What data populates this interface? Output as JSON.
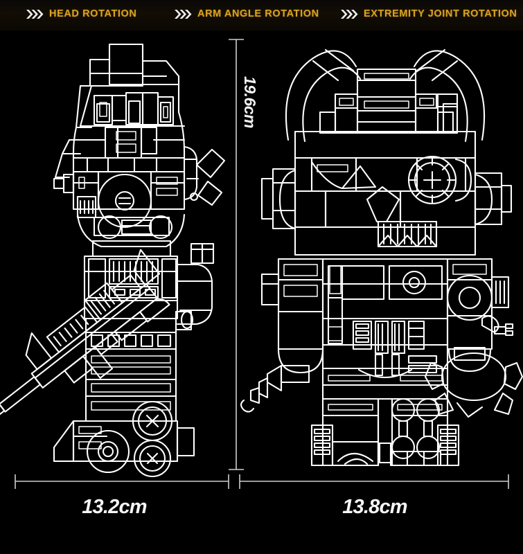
{
  "page": {
    "background_color": "#000000",
    "line_color": "#FFFFFF",
    "accent_color": "#D9A320",
    "dimension_line_color": "#CFCFCF"
  },
  "header": {
    "features": [
      {
        "icon": "triple-chevron-icon",
        "label": "HEAD ROTATION"
      },
      {
        "icon": "triple-chevron-icon",
        "label": "ARM ANGLE ROTATION"
      },
      {
        "icon": "triple-chevron-icon",
        "label": "EXTREMITY JOINT ROTATION"
      }
    ]
  },
  "dimensions": {
    "height": {
      "value": "19.6cm",
      "orientation": "vertical"
    },
    "width_left": {
      "value": "13.2cm",
      "orientation": "horizontal"
    },
    "width_right": {
      "value": "13.8cm",
      "orientation": "horizontal"
    }
  },
  "figures": [
    {
      "view": "side-view",
      "description": "Armored bear figure side profile holding assault rifle",
      "dimension_label": "13.2cm"
    },
    {
      "view": "front-view",
      "description": "Armored bear figure front profile with ears, gun and shield accessories",
      "dimension_label": "13.8cm"
    }
  ]
}
